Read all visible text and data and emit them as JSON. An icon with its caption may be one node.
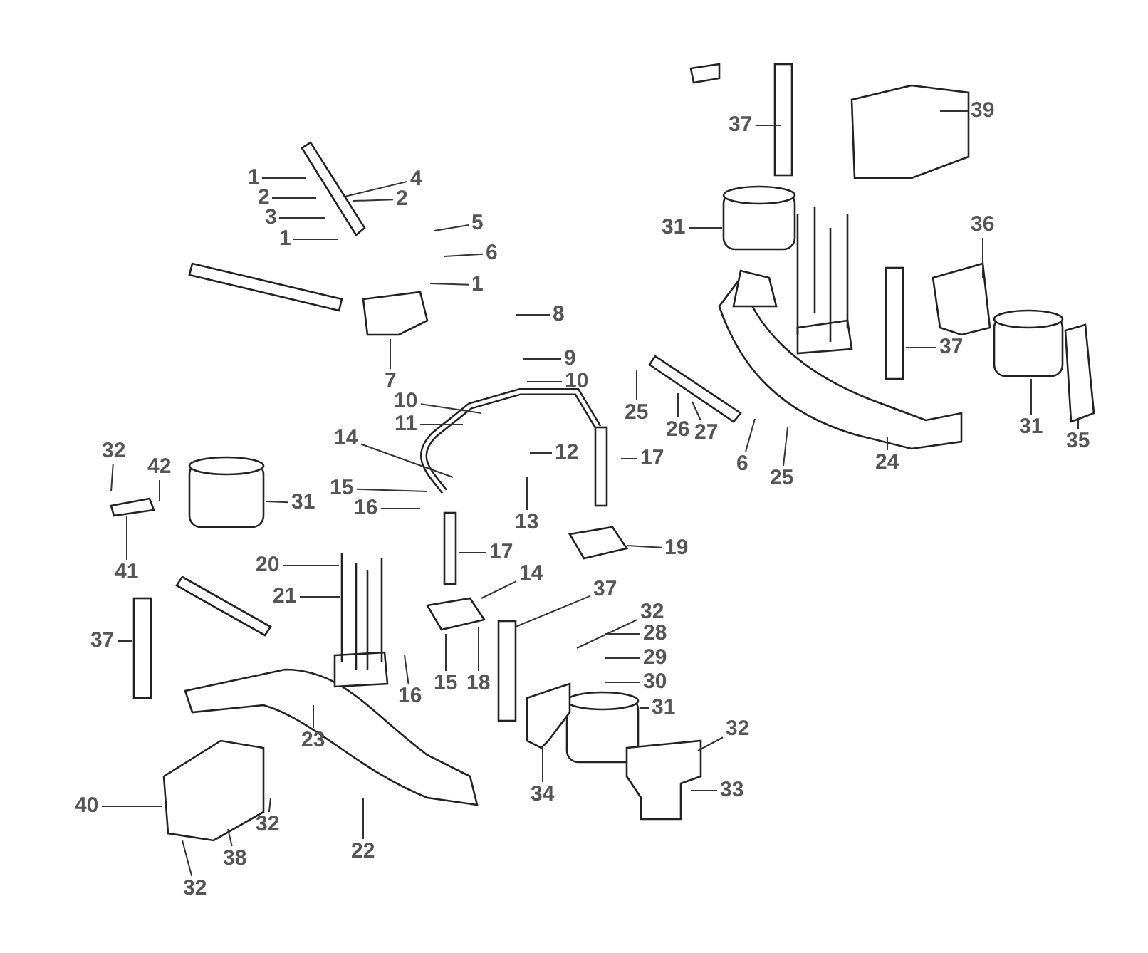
{
  "diagram": {
    "nodes": [
      {
        "text": [
          "37"
        ]
      },
      {
        "text": [
          "39"
        ]
      },
      {
        "text": [
          "1"
        ]
      },
      {
        "text": [
          "4"
        ]
      },
      {
        "text": [
          "2"
        ]
      },
      {
        "text": [
          "2"
        ]
      },
      {
        "text": [
          "3"
        ]
      },
      {
        "text": [
          "31"
        ]
      },
      {
        "text": [
          "1"
        ]
      },
      {
        "text": [
          "5"
        ]
      },
      {
        "text": [
          "6"
        ]
      },
      {
        "text": [
          "1"
        ]
      },
      {
        "text": [
          "36"
        ]
      },
      {
        "text": [
          "8"
        ]
      },
      {
        "text": [
          "37"
        ]
      },
      {
        "text": [
          "7"
        ]
      },
      {
        "text": [
          "9"
        ]
      },
      {
        "text": [
          "10"
        ]
      },
      {
        "text": [
          "10"
        ]
      },
      {
        "text": [
          "25"
        ]
      },
      {
        "text": [
          "11"
        ]
      },
      {
        "text": [
          "26"
        ]
      },
      {
        "text": [
          "27"
        ]
      },
      {
        "text": [
          "6"
        ]
      },
      {
        "text": [
          "31"
        ]
      },
      {
        "text": [
          "35"
        ]
      },
      {
        "text": [
          "14"
        ]
      },
      {
        "text": [
          "12"
        ]
      },
      {
        "text": [
          "17"
        ]
      },
      {
        "text": [
          "25"
        ]
      },
      {
        "text": [
          "24"
        ]
      },
      {
        "text": [
          "32"
        ]
      },
      {
        "text": [
          "42"
        ]
      },
      {
        "text": [
          "13"
        ]
      },
      {
        "text": [
          "15"
        ]
      },
      {
        "text": [
          "31"
        ]
      },
      {
        "text": [
          "16"
        ]
      },
      {
        "text": [
          "17"
        ]
      },
      {
        "text": [
          "19"
        ]
      },
      {
        "text": [
          "20"
        ]
      },
      {
        "text": [
          "41"
        ]
      },
      {
        "text": [
          "14"
        ]
      },
      {
        "text": [
          "37"
        ]
      },
      {
        "text": [
          "21"
        ]
      },
      {
        "text": [
          "32"
        ]
      },
      {
        "text": [
          "28"
        ]
      },
      {
        "text": [
          "37"
        ]
      },
      {
        "text": [
          "29"
        ]
      },
      {
        "text": [
          "30"
        ]
      },
      {
        "text": [
          "16"
        ]
      },
      {
        "text": [
          "15"
        ]
      },
      {
        "text": [
          "18"
        ]
      },
      {
        "text": [
          "31"
        ]
      },
      {
        "text": [
          "32"
        ]
      },
      {
        "text": [
          "23"
        ]
      },
      {
        "text": [
          "33"
        ]
      },
      {
        "text": [
          "34"
        ]
      },
      {
        "text": [
          "40"
        ]
      },
      {
        "text": [
          "32"
        ]
      },
      {
        "text": [
          "38"
        ]
      },
      {
        "text": [
          "22"
        ]
      },
      {
        "text": [
          "32"
        ]
      }
    ],
    "edges": [
      {
        "from": 0,
        "to": null,
        "arrow": "none"
      },
      {
        "from": 1,
        "to": null,
        "arrow": "none"
      },
      {
        "from": 2,
        "to": null,
        "arrow": "none"
      },
      {
        "from": 3,
        "to": null,
        "arrow": "none"
      },
      {
        "from": 4,
        "to": null,
        "arrow": "none"
      },
      {
        "from": 5,
        "to": null,
        "arrow": "none"
      },
      {
        "from": 6,
        "to": null,
        "arrow": "none"
      },
      {
        "from": 7,
        "to": null,
        "arrow": "none"
      },
      {
        "from": 8,
        "to": null,
        "arrow": "none"
      },
      {
        "from": 9,
        "to": null,
        "arrow": "none"
      },
      {
        "from": 10,
        "to": null,
        "arrow": "none"
      },
      {
        "from": 11,
        "to": null,
        "arrow": "none"
      },
      {
        "from": 12,
        "to": null,
        "arrow": "none"
      },
      {
        "from": 13,
        "to": null,
        "arrow": "none"
      },
      {
        "from": 14,
        "to": null,
        "arrow": "none"
      },
      {
        "from": 15,
        "to": null,
        "arrow": "none"
      },
      {
        "from": 16,
        "to": null,
        "arrow": "none"
      },
      {
        "from": 17,
        "to": null,
        "arrow": "none"
      },
      {
        "from": 18,
        "to": null,
        "arrow": "none"
      },
      {
        "from": 19,
        "to": null,
        "arrow": "none"
      },
      {
        "from": 20,
        "to": null,
        "arrow": "none"
      },
      {
        "from": 21,
        "to": null,
        "arrow": "none"
      },
      {
        "from": 22,
        "to": null,
        "arrow": "none"
      },
      {
        "from": 23,
        "to": null,
        "arrow": "none"
      },
      {
        "from": 24,
        "to": null,
        "arrow": "none"
      },
      {
        "from": 25,
        "to": null,
        "arrow": "none"
      },
      {
        "from": 26,
        "to": null,
        "arrow": "none"
      },
      {
        "from": 27,
        "to": null,
        "arrow": "none"
      },
      {
        "from": 28,
        "to": null,
        "arrow": "none"
      },
      {
        "from": 29,
        "to": null,
        "arrow": "none"
      },
      {
        "from": 30,
        "to": null,
        "arrow": "none"
      },
      {
        "from": 31,
        "to": null,
        "arrow": "none"
      },
      {
        "from": 32,
        "to": null,
        "arrow": "none"
      },
      {
        "from": 33,
        "to": null,
        "arrow": "none"
      },
      {
        "from": 34,
        "to": null,
        "arrow": "none"
      },
      {
        "from": 35,
        "to": null,
        "arrow": "none"
      },
      {
        "from": 36,
        "to": null,
        "arrow": "none"
      },
      {
        "from": 37,
        "to": null,
        "arrow": "none"
      },
      {
        "from": 38,
        "to": null,
        "arrow": "none"
      },
      {
        "from": 39,
        "to": null,
        "arrow": "none"
      },
      {
        "from": 40,
        "to": null,
        "arrow": "none"
      },
      {
        "from": 41,
        "to": null,
        "arrow": "none"
      },
      {
        "from": 42,
        "to": null,
        "arrow": "none"
      },
      {
        "from": 43,
        "to": null,
        "arrow": "none"
      },
      {
        "from": 44,
        "to": null,
        "arrow": "none"
      },
      {
        "from": 45,
        "to": null,
        "arrow": "none"
      },
      {
        "from": 46,
        "to": null,
        "arrow": "none"
      },
      {
        "from": 47,
        "to": null,
        "arrow": "none"
      },
      {
        "from": 48,
        "to": null,
        "arrow": "none"
      },
      {
        "from": 49,
        "to": null,
        "arrow": "none"
      },
      {
        "from": 50,
        "to": null,
        "arrow": "none"
      },
      {
        "from": 51,
        "to": null,
        "arrow": "none"
      },
      {
        "from": 52,
        "to": null,
        "arrow": "none"
      },
      {
        "from": 53,
        "to": null,
        "arrow": "none"
      },
      {
        "from": 54,
        "to": null,
        "arrow": "none"
      },
      {
        "from": 55,
        "to": null,
        "arrow": "none"
      },
      {
        "from": 56,
        "to": null,
        "arrow": "none"
      },
      {
        "from": 57,
        "to": null,
        "arrow": "none"
      },
      {
        "from": 58,
        "to": null,
        "arrow": "none"
      },
      {
        "from": 59,
        "to": null,
        "arrow": "none"
      },
      {
        "from": 60,
        "to": null,
        "arrow": "none"
      },
      {
        "from": 61,
        "to": null,
        "arrow": "none"
      }
    ]
  }
}
